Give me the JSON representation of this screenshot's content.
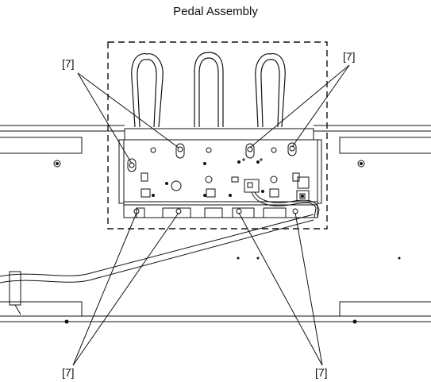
{
  "title": "Pedal Assembly",
  "callouts": {
    "top_left": "[7]",
    "top_right": "[7]",
    "bottom_left": "[7]",
    "bottom_right": "[7]"
  },
  "colors": {
    "line": "#111111",
    "background": "#ffffff"
  }
}
